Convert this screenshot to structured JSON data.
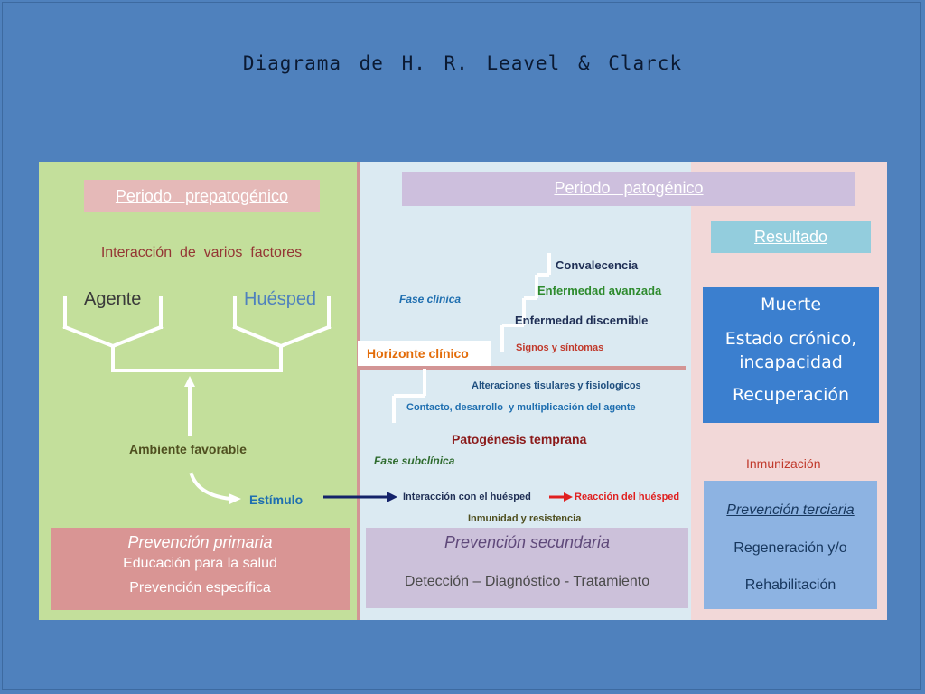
{
  "title": "Diagrama de H. R. Leavel & Clarck",
  "prepatogenico": {
    "header": "Periodo   prepatogénico",
    "interaccion": "Interacción  de  varios  factores",
    "agente": "Agente",
    "huesped": "Huésped",
    "ambiente": "Ambiente favorable",
    "estimulo": "Estímulo"
  },
  "patogenico": {
    "header": "Periodo   patogénico",
    "fase_clinica": "Fase clínica",
    "convalecencia": "Convalecencia",
    "enfermedad_avanzada": "Enfermedad avanzada",
    "enfermedad_discernible": "Enfermedad discernible",
    "signos": "Signos y síntomas",
    "horizonte": "Horizonte clínico",
    "alteraciones": "Alteraciones tisulares y fisiologicos",
    "contacto": "Contacto, desarrollo  y multiplicación del agente",
    "patogenesis": "Patogénesis temprana",
    "fase_subclinica": "Fase subclínica",
    "interaccion_huesped": "Interacción con el huésped",
    "reaccion_huesped": "Reacción del huésped",
    "inmunidad": "Inmunidad y resistencia"
  },
  "resultado": {
    "header": "Resultado",
    "muerte": "Muerte",
    "cronico": "Estado crónico, incapacidad",
    "recuperacion": "Recuperación",
    "inmunizacion": "Inmunización"
  },
  "prevencion": {
    "primaria": {
      "title": "Prevención primaria",
      "line1": "Educación para la salud",
      "line2": "Prevención específica"
    },
    "secundaria": {
      "title": "Prevención secundaria",
      "line1": "Detección – Diagnóstico - Tratamiento"
    },
    "terciaria": {
      "title": "Prevención terciaria",
      "line1": "Regeneración y/o",
      "line2": "Rehabilitación"
    }
  },
  "colors": {
    "background": "#4f81bd",
    "prepatogenico_panel": "#c3df9b",
    "patogenico_panel": "#dbeaf2",
    "resultado_panel": "#f2d8d8",
    "divider": "#d39595",
    "arrow_navy": "#14236a",
    "arrow_red": "#e02020"
  }
}
